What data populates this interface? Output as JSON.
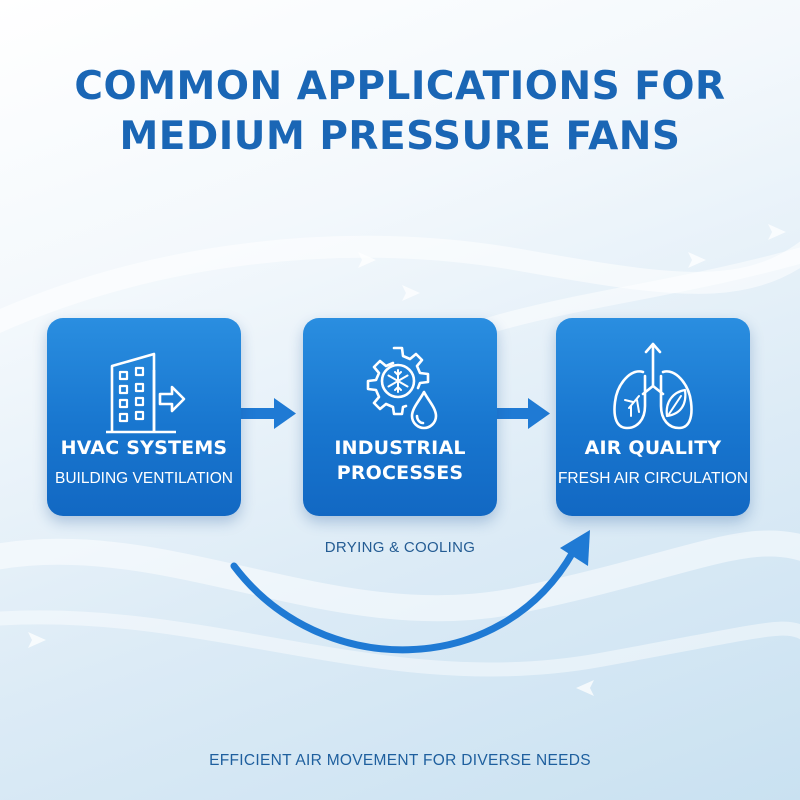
{
  "title": {
    "line1": "COMMON APPLICATIONS FOR",
    "line2": "MEDIUM PRESSURE FANS"
  },
  "cards": [
    {
      "icon": "building-exhaust-icon",
      "title": "HVAC SYSTEMS",
      "subtitle": "BUILDING VENTILATION"
    },
    {
      "icon": "gear-snowflake-droplet-icon",
      "title_line1": "INDUSTRIAL",
      "title_line2": "PROCESSES",
      "caption": "DRYING & COOLING"
    },
    {
      "icon": "lungs-leaf-icon",
      "title": "AIR QUALITY",
      "subtitle": "FRESH AIR CIRCULATION"
    }
  ],
  "footer": "EFFICIENT AIR MOVEMENT FOR DIVERSE NEEDS",
  "colors": {
    "title": "#1a66b5",
    "card": "#1876cf",
    "arrow": "#1f7ad4",
    "caption": "#245c93"
  }
}
